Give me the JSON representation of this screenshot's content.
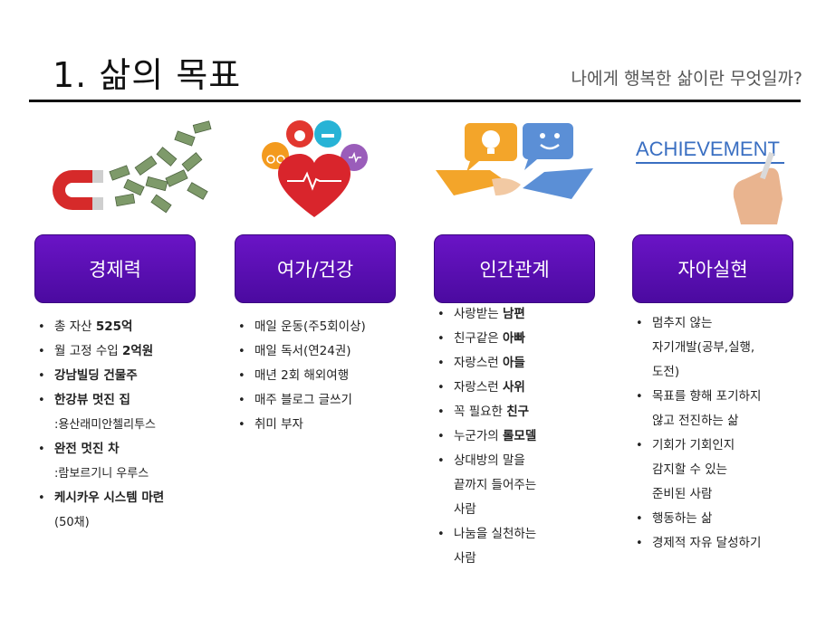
{
  "title": "1. 삶의 목표",
  "subtitle": "나에게 행복한 삶이란 무엇일까?",
  "colors": {
    "button": "#5a10b4",
    "heart": "#d9252c"
  },
  "columns": [
    {
      "heading": "경제력",
      "image_icon": "magnet-money-icon",
      "items": [
        {
          "kind": "bullet",
          "pre": "총 자산 ",
          "bold": "525억",
          "post": ""
        },
        {
          "kind": "bullet",
          "pre": "월 고정 수입 ",
          "bold": "2억원",
          "post": ""
        },
        {
          "kind": "bullet",
          "pre": "",
          "bold": "강남빌딩 건물주",
          "post": ""
        },
        {
          "kind": "bullet",
          "pre": "",
          "bold": "한강뷰 멋진 집",
          "post": ""
        },
        {
          "kind": "sub",
          "pre": ":용산래미안첼리투스",
          "bold": "",
          "post": ""
        },
        {
          "kind": "bullet",
          "pre": "",
          "bold": "완전 멋진 차",
          "post": ""
        },
        {
          "kind": "sub",
          "pre": ":람보르기니 우루스",
          "bold": "",
          "post": ""
        },
        {
          "kind": "bullet",
          "pre": "",
          "bold": "케시카우 시스템 마련",
          "post": ""
        },
        {
          "kind": "sub",
          "pre": "(50채)",
          "bold": "",
          "post": ""
        }
      ]
    },
    {
      "heading": "여가/건강",
      "image_icon": "heart-health-icon",
      "items": [
        {
          "kind": "bullet",
          "pre": "매일 운동(주5회이상)",
          "bold": "",
          "post": ""
        },
        {
          "kind": "bullet",
          "pre": "매일 독서(연24권)",
          "bold": "",
          "post": ""
        },
        {
          "kind": "bullet",
          "pre": "매년 2회 해외여행",
          "bold": "",
          "post": ""
        },
        {
          "kind": "bullet",
          "pre": "매주 블로그 글쓰기",
          "bold": "",
          "post": ""
        },
        {
          "kind": "bullet",
          "pre": "취미 부자",
          "bold": "",
          "post": ""
        }
      ]
    },
    {
      "heading": "인간관계",
      "image_icon": "handshake-icon",
      "items": [
        {
          "kind": "bullet",
          "pre": "사랑받는 ",
          "bold": "남편",
          "post": ""
        },
        {
          "kind": "bullet",
          "pre": "친구같은 ",
          "bold": "아빠",
          "post": ""
        },
        {
          "kind": "bullet",
          "pre": "자랑스런 ",
          "bold": "아들",
          "post": ""
        },
        {
          "kind": "bullet",
          "pre": "자랑스런 ",
          "bold": "사위",
          "post": ""
        },
        {
          "kind": "bullet",
          "pre": "꼭 필요한 ",
          "bold": "친구",
          "post": ""
        },
        {
          "kind": "bullet",
          "pre": "누군가의 ",
          "bold": "롤모델",
          "post": ""
        },
        {
          "kind": "bullet",
          "pre": "상대방의 말을",
          "bold": "",
          "post": ""
        },
        {
          "kind": "cont",
          "pre": "끝까지 들어주는",
          "bold": "",
          "post": ""
        },
        {
          "kind": "cont",
          "pre": "사람",
          "bold": "",
          "post": ""
        },
        {
          "kind": "bullet",
          "pre": "나눔을 실천하는",
          "bold": "",
          "post": ""
        },
        {
          "kind": "cont",
          "pre": "사람",
          "bold": "",
          "post": ""
        }
      ]
    },
    {
      "heading": "자아실현",
      "image_icon": "achievement-hand-icon",
      "image_text": "ACHIEVEMENT",
      "items": [
        {
          "kind": "bullet",
          "pre": "멈추지 않는",
          "bold": "",
          "post": ""
        },
        {
          "kind": "cont",
          "pre": "자기개발(공부,실행,",
          "bold": "",
          "post": ""
        },
        {
          "kind": "cont",
          "pre": "도전)",
          "bold": "",
          "post": ""
        },
        {
          "kind": "bullet",
          "pre": "목표를 향해 포기하지",
          "bold": "",
          "post": ""
        },
        {
          "kind": "cont",
          "pre": "않고 전진하는 삶",
          "bold": "",
          "post": ""
        },
        {
          "kind": "bullet",
          "pre": "기회가 기회인지",
          "bold": "",
          "post": ""
        },
        {
          "kind": "cont",
          "pre": "감지할 수 있는",
          "bold": "",
          "post": ""
        },
        {
          "kind": "cont",
          "pre": "준비된 사람",
          "bold": "",
          "post": ""
        },
        {
          "kind": "bullet",
          "pre": "행동하는 삶",
          "bold": "",
          "post": ""
        },
        {
          "kind": "bullet",
          "pre": "경제적 자유 달성하기",
          "bold": "",
          "post": ""
        }
      ]
    }
  ]
}
